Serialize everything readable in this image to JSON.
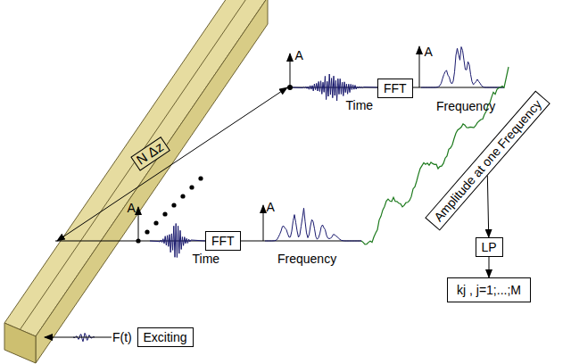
{
  "diagram": {
    "nodes": [
      {
        "text": [
          "FFT"
        ]
      },
      {
        "text": [
          "Amplitude at one Frequency"
        ]
      },
      {
        "text": [
          "FFT"
        ]
      },
      {
        "text": [
          "LP"
        ]
      },
      {
        "text": [
          "kj , j=1;...;M"
        ]
      },
      {
        "text": [
          "Exciting"
        ]
      }
    ],
    "edges": [
      {
        "from": 1,
        "to": 3,
        "arrow": "to"
      },
      {
        "from": 3,
        "to": 4,
        "arrow": "to"
      }
    ],
    "labels": [
      "N Δz",
      "A",
      "A",
      "A",
      "A",
      "Time",
      "Time",
      "Frequency",
      "Frequency",
      "F(t)"
    ]
  }
}
